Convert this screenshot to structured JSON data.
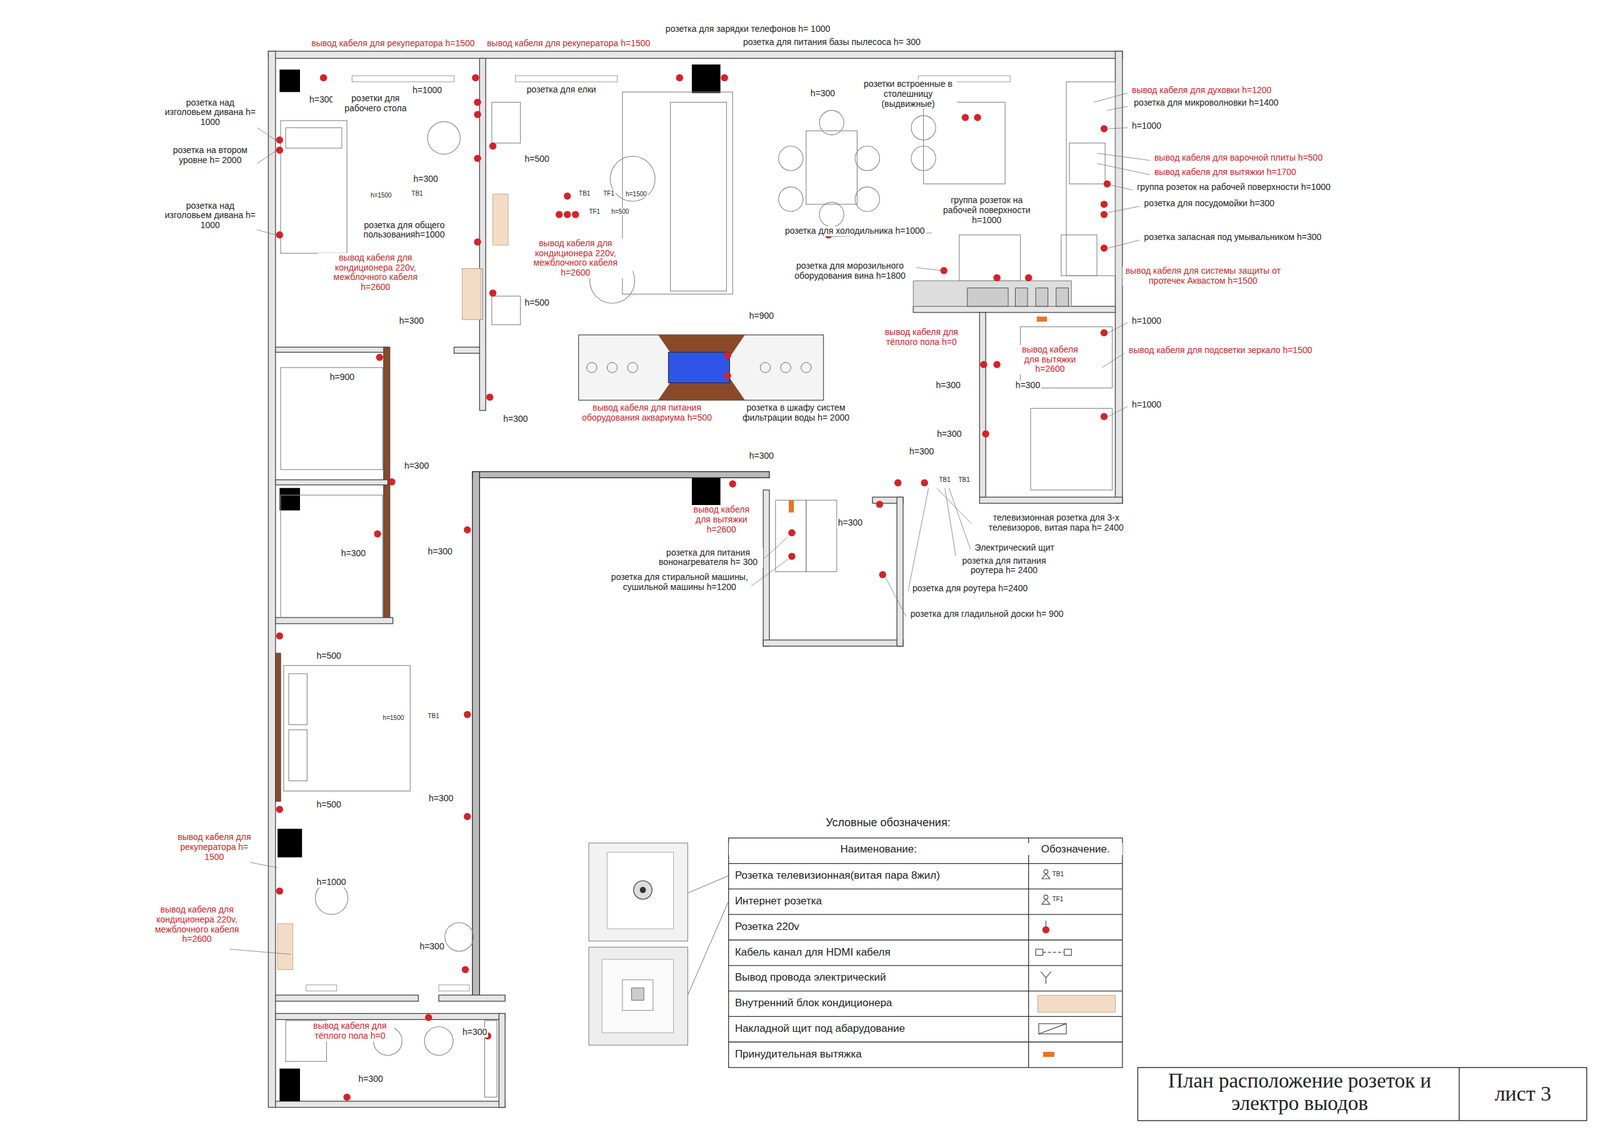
{
  "diagram": {
    "title": "План расположение розеток и электро выодов",
    "labels": [
      "вывод кабеля для рекуператора h=1500",
      "вывод кабеля для рекуператора h=1500",
      "розетка для зарядки телефонов h= 1000",
      "розетка для питания базы пылесоса h= 300",
      "h=300",
      "h=1000",
      "розетки для рабочего стола",
      "розетка для елки",
      "h=300",
      "розетки встроенные в столешницу (выдвижные)",
      "вывод кабеля для духовки h=1200",
      "розетка для микроволновки h=1400",
      "h=1000",
      "вывод кабеля для варочной плиты h=500",
      "вывод кабеля для вытяжки h=1700",
      "группа розеток на рабочей поверхности h=1000",
      "розетка для посудомойки h=300",
      "розетка запасная под умывальником h=300",
      "розетка над изголовьем дивана h= 1000",
      "розетка на втором уровне h= 2000",
      "розетка над изголовьем дивана h= 1000",
      "h=500",
      "h=300",
      "h=1500",
      "ТВ1",
      "ТВ1",
      "TF1",
      "h=1500",
      "TF1",
      "h=500",
      "розетка для общего пользованияh=1000",
      "вывод кабеля для кондиционера 220v, межблочного кабеля h=2600",
      "вывод кабеля для кондиционера 220v, межблочного кабеля h=2600",
      "h=500",
      "группа розеток на рабочей поверхности h=1000",
      "розетка для холодильника h=1000",
      "розетка для морозильного оборудования вина h=1800",
      "вывод кабеля для системы защиты от протечек Аквастом h=1500",
      "h=300",
      "h=1000",
      "h=900",
      "вывод кабеля для тёплого пола h=0",
      "вывод кабеля для вытяжки h=2600",
      "вывод кабеля для подсветки зеркало h=1500",
      "h=900",
      "h=300",
      "h=300",
      "h=1000",
      "вывод кабеля для питания оборудования аквариума h=500",
      "розетка в шкафу систем фильтрации воды h= 2000",
      "h=300",
      "h=300",
      "h=300",
      "h=300",
      "h=300",
      "ТВ1",
      "ТВ1",
      "вывод кабеля для вытяжки h=2600",
      "h=300",
      "телевизионная розетка для 3-х телевизоров, витая пара h= 2400",
      "h=300",
      "h=300",
      "Электрический щит",
      "розетка для питания вононагревателя h= 300",
      "розетка для питания роутера h= 2400",
      "розетка для стиральной машины, сушильной машины h=1200",
      "розетка для роутера h=2400",
      "розетка для гладильной доски h= 900",
      "h=500",
      "h=1500",
      "ТВ1",
      "h=300",
      "h=500",
      "вывод кабеля для рекуператора h= 1500",
      "h=1000",
      "вывод кабеля для кондиционера 220v, межблочного кабеля h=2600",
      "h=300",
      "вывод кабеля для тёплого пола h=0",
      "h=300",
      "h=300",
      "Условные обозначения:",
      "Наименование:",
      "Обозначение.",
      "ТВ1",
      "TF1",
      "лист 3"
    ],
    "legend": [
      {
        "text": "Розетка телевизионная(витая пара 8жил)"
      },
      {
        "text": "Интернет розетка"
      },
      {
        "text": "Розетка 220v"
      },
      {
        "text": "Кабель канал для HDMI кабеля"
      },
      {
        "text": "Вывод провода электрический"
      },
      {
        "text": "Внутренний блок кондиционера",
        "color": "#f3dcc6"
      },
      {
        "text": "Накладной щит под абарудование"
      },
      {
        "text": "Принудительная вытяжка",
        "color": "#e8742a"
      }
    ]
  }
}
